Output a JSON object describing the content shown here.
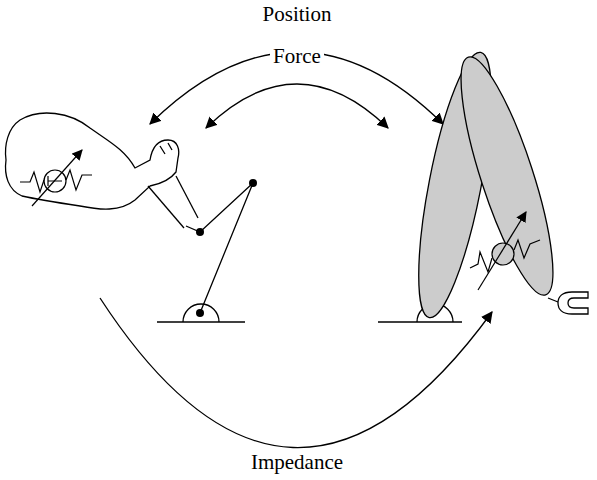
{
  "diagram": {
    "labels": [
      "Position",
      "Force",
      "Impedance"
    ]
  }
}
